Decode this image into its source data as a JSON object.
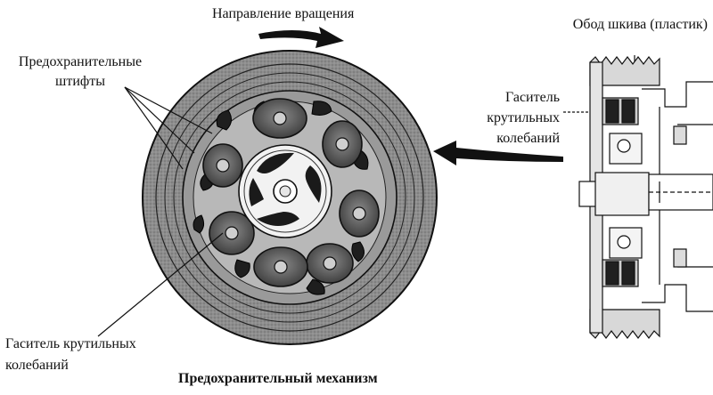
{
  "labels": {
    "rotation_direction": "Направление вращения",
    "pulley_rim": "Обод шкива (пластик)",
    "safety_pins_line1": "Предохранительные",
    "safety_pins_line2": "штифты",
    "damper_right_line1": "Гаситель",
    "damper_right_line2": "крутильных",
    "damper_right_line3": "колебаний",
    "damper_bottom_line1": "Гаситель крутильных",
    "damper_bottom_line2": "колебаний",
    "caption": "Предохранительный механизм"
  }
}
